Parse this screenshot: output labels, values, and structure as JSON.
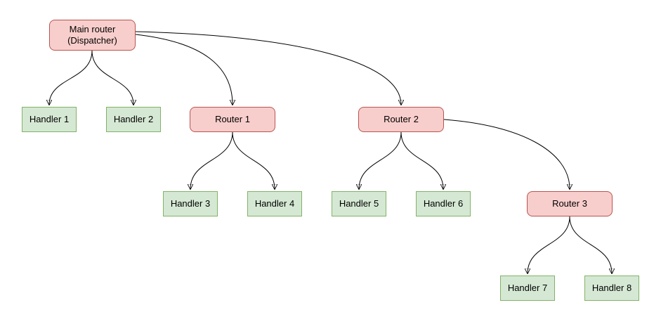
{
  "diagram": {
    "type": "tree",
    "colors": {
      "router_fill": "#f8cecc",
      "router_border": "#b85450",
      "handler_fill": "#d5e8d4",
      "handler_border": "#82b366",
      "edge_color": "#000000",
      "background": "#ffffff"
    },
    "nodes": [
      {
        "id": "main-router",
        "type": "router",
        "label": "Main router\n(Dispatcher)"
      },
      {
        "id": "handler-1",
        "type": "handler",
        "label": "Handler 1"
      },
      {
        "id": "handler-2",
        "type": "handler",
        "label": "Handler 2"
      },
      {
        "id": "router-1",
        "type": "router",
        "label": "Router 1"
      },
      {
        "id": "router-2",
        "type": "router",
        "label": "Router 2"
      },
      {
        "id": "handler-3",
        "type": "handler",
        "label": "Handler 3"
      },
      {
        "id": "handler-4",
        "type": "handler",
        "label": "Handler 4"
      },
      {
        "id": "handler-5",
        "type": "handler",
        "label": "Handler 5"
      },
      {
        "id": "handler-6",
        "type": "handler",
        "label": "Handler 6"
      },
      {
        "id": "router-3",
        "type": "router",
        "label": "Router 3"
      },
      {
        "id": "handler-7",
        "type": "handler",
        "label": "Handler 7"
      },
      {
        "id": "handler-8",
        "type": "handler",
        "label": "Handler 8"
      }
    ],
    "edges": [
      {
        "from": "main-router",
        "to": "handler-1"
      },
      {
        "from": "main-router",
        "to": "handler-2"
      },
      {
        "from": "main-router",
        "to": "router-1"
      },
      {
        "from": "main-router",
        "to": "router-2"
      },
      {
        "from": "router-1",
        "to": "handler-3"
      },
      {
        "from": "router-1",
        "to": "handler-4"
      },
      {
        "from": "router-2",
        "to": "handler-5"
      },
      {
        "from": "router-2",
        "to": "handler-6"
      },
      {
        "from": "router-2",
        "to": "router-3"
      },
      {
        "from": "router-3",
        "to": "handler-7"
      },
      {
        "from": "router-3",
        "to": "handler-8"
      }
    ]
  }
}
